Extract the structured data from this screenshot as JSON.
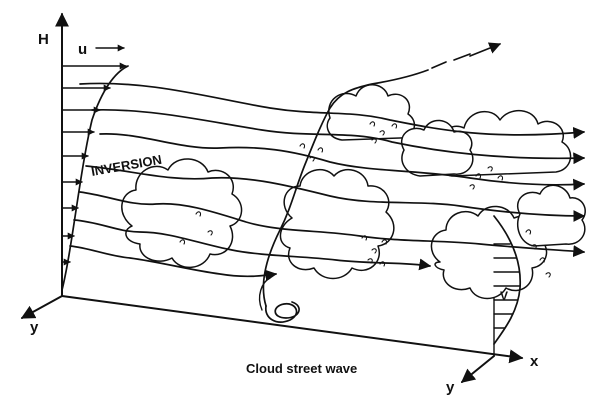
{
  "labels": {
    "height_axis": "H",
    "wind": "u",
    "inversion": "INVERSION",
    "y_axis_left": "y",
    "x_axis": "x",
    "y_axis_right": "y",
    "v_component": "V"
  },
  "caption": "Cloud street wave",
  "colors": {
    "ink": "#111111",
    "background": "#ffffff"
  }
}
